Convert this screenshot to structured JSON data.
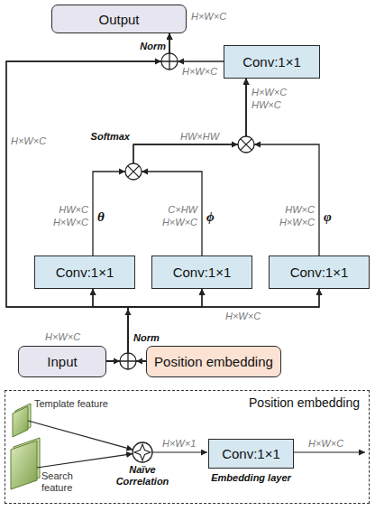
{
  "diagram": {
    "nodes": [
      {
        "text": [
          "Output"
        ]
      },
      {
        "text": [
          "Conv:1×1"
        ]
      },
      {
        "text": [
          "Conv:1×1"
        ]
      },
      {
        "text": [
          "Conv:1×1"
        ]
      },
      {
        "text": [
          "Conv:1×1"
        ]
      },
      {
        "text": [
          "Input"
        ]
      },
      {
        "text": [
          "Position embedding"
        ]
      },
      {
        "text": [
          "Position embedding"
        ]
      },
      {
        "text": [
          "Conv:1×1",
          "Embedding layer"
        ],
        "in": 7
      }
    ],
    "edges": [
      {
        "from": 5,
        "to": 2,
        "arrow": "to"
      },
      {
        "from": 5,
        "to": 3,
        "arrow": "to"
      },
      {
        "from": 5,
        "to": 4,
        "arrow": "to"
      },
      {
        "from": 5,
        "to": 0,
        "arrow": "to"
      },
      {
        "from": 6,
        "to": 2,
        "arrow": "to"
      },
      {
        "from": 6,
        "to": 3,
        "arrow": "to"
      },
      {
        "from": 6,
        "to": 4,
        "arrow": "to"
      },
      {
        "from": 6,
        "to": 0,
        "arrow": "to"
      },
      {
        "from": 2,
        "to": 1,
        "arrow": "to"
      },
      {
        "from": 3,
        "to": 1,
        "arrow": "to"
      },
      {
        "from": 4,
        "to": 1,
        "arrow": "to"
      },
      {
        "from": 1,
        "to": 0,
        "arrow": "to"
      }
    ],
    "labels": [
      "H×W×C",
      "Norm",
      "H×W×C",
      "H×W×C",
      "H×W×C",
      "HW×C",
      "Softmax",
      "HW×HW",
      "HW×C",
      "H×W×C",
      "θ",
      "C×HW",
      "H×W×C",
      "ϕ",
      "HW×C",
      "H×W×C",
      "φ",
      "H×W×C",
      "H×W×C",
      "Norm",
      "Template feature",
      "Search feature",
      "Naïve Correlation",
      "H×W×1",
      "H×W×C"
    ]
  }
}
